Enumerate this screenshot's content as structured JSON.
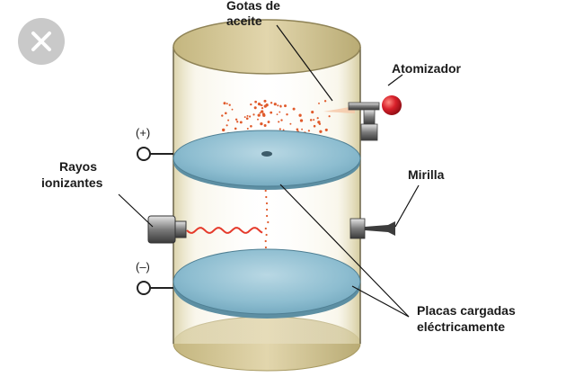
{
  "labels": {
    "oil_drops": [
      "Gotas de",
      "aceite"
    ],
    "atomizer": "Atomizador",
    "ionizing_rays": [
      "Rayos",
      "ionizantes"
    ],
    "viewer": "Mirilla",
    "charged_plates": [
      "Placas cargadas",
      "eléctricamente"
    ],
    "positive": "(+)",
    "negative": "(–)"
  },
  "ui": {
    "close_icon": "close-icon"
  },
  "colors": {
    "close_bg": "#c9c9c9",
    "drops": "#e05a2b",
    "wave": "#e53a2b",
    "atomizer_bulb": "#d8202a",
    "plate": "#7fb3c8",
    "cylinder_cap": "#d4c79a"
  }
}
